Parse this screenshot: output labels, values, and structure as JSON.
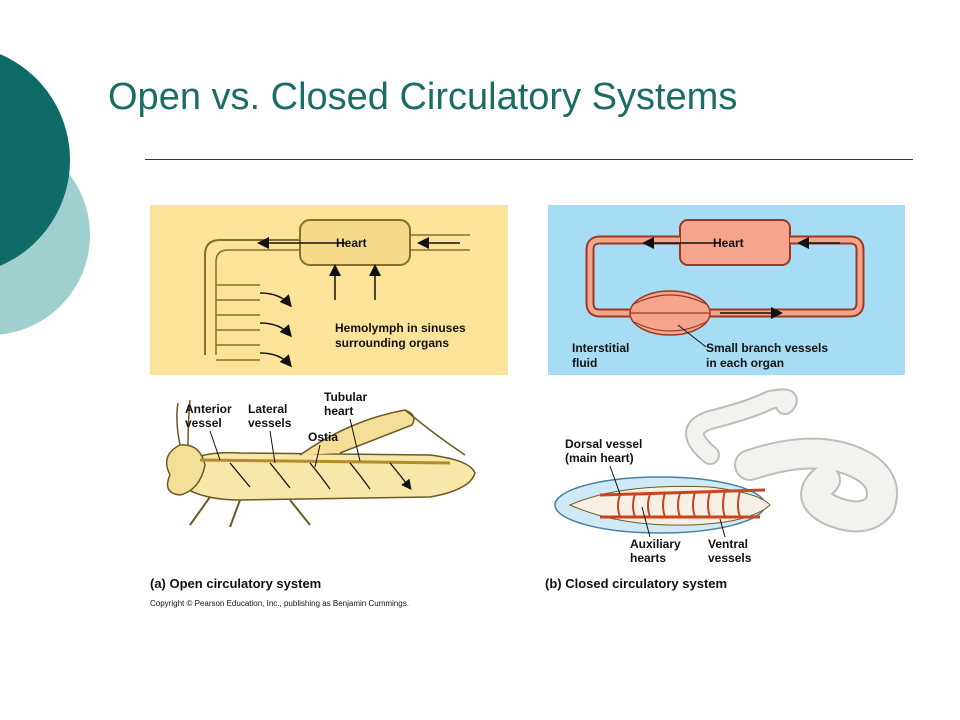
{
  "slide": {
    "title": "Open vs. Closed Circulatory Systems"
  },
  "theme": {
    "dark_teal": "#0f6b67",
    "light_teal": "#9fd0cf",
    "title_color": "#1b6b66",
    "open_panel_bg": "#fbe49a",
    "closed_panel_bg": "#a7dcf5",
    "vessel_red": "#f4a58c"
  },
  "figure": {
    "open": {
      "heart_label": "Heart",
      "sinus_label_line1": "Hemolymph in sinuses",
      "sinus_label_line2": "surrounding organs",
      "anterior_label_line1": "Anterior",
      "anterior_label_line2": "vessel",
      "lateral_label_line1": "Lateral",
      "lateral_label_line2": "vessels",
      "tubular_label_line1": "Tubular",
      "tubular_label_line2": "heart",
      "ostia_label": "Ostia",
      "caption": "(a) Open circulatory system",
      "copyright": "Copyright © Pearson Education, Inc., publishing as Benjamin Cummings."
    },
    "closed": {
      "heart_label": "Heart",
      "interstitial_line1": "Interstitial",
      "interstitial_line2": "fluid",
      "branch_line1": "Small branch vessels",
      "branch_line2": "in each organ",
      "dorsal_line1": "Dorsal vessel",
      "dorsal_line2": "(main heart)",
      "auxiliary_line1": "Auxiliary",
      "auxiliary_line2": "hearts",
      "ventral_line1": "Ventral",
      "ventral_line2": "vessels",
      "caption": "(b) Closed circulatory system"
    }
  }
}
